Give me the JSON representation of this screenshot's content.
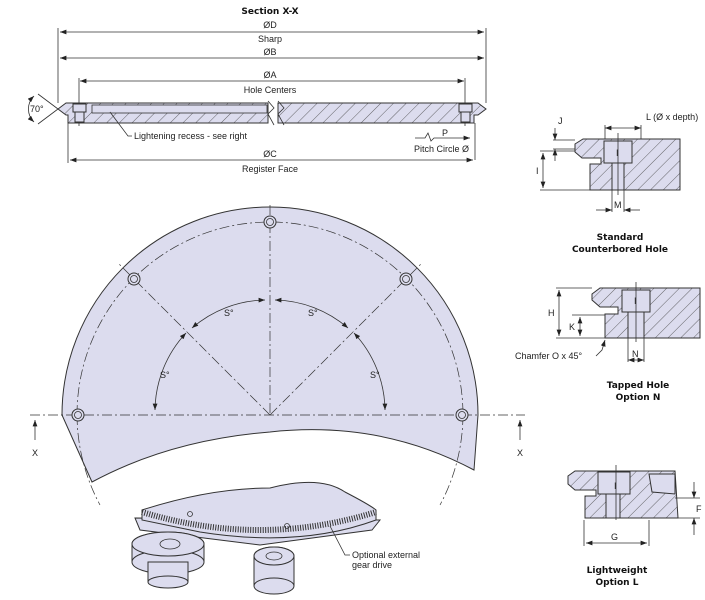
{
  "section": {
    "title": "Section X-X",
    "dia_d": "ØD",
    "sharp": "Sharp",
    "dia_b": "ØB",
    "dia_a": "ØA",
    "hole_centers": "Hole Centers",
    "angle": "70°",
    "lightening": "Lightening recess - see right",
    "p": "P",
    "pitch_circle": "Pitch Circle Ø",
    "dia_c": "ØC",
    "register_face": "Register Face"
  },
  "plan": {
    "s_label": "S°",
    "x_label": "X",
    "gear_label_1": "Optional external",
    "gear_label_2": "gear drive"
  },
  "details": {
    "standard": {
      "title_1": "Standard",
      "title_2": "Counterbored Hole",
      "j": "J",
      "i": "I",
      "l": "L (Ø x depth)",
      "m": "M"
    },
    "tapped": {
      "title_1": "Tapped Hole",
      "title_2": "Option N",
      "h": "H",
      "k": "K",
      "n": "N",
      "chamfer": "Chamfer O x 45°"
    },
    "lightweight": {
      "title_1": "Lightweight",
      "title_2": "Option L",
      "f": "F",
      "g": "G"
    }
  },
  "colors": {
    "part_fill": "#dcdcee",
    "line": "#333333"
  }
}
